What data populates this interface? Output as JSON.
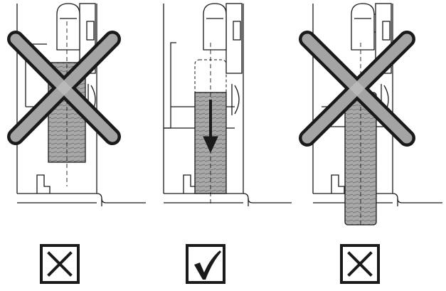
{
  "panels": [
    {
      "id": "screw-too-high",
      "verdict": "incorrect",
      "verdict_symbol": "✗"
    },
    {
      "id": "screw-correct",
      "verdict": "correct",
      "verdict_symbol": "✓"
    },
    {
      "id": "screw-too-low",
      "verdict": "incorrect",
      "verdict_symbol": "✗"
    }
  ],
  "colors": {
    "line": "#1a1a1a",
    "screw_fill": "#a8a8a8",
    "cross_fill": "#bdbdbd",
    "background": "#ffffff"
  }
}
